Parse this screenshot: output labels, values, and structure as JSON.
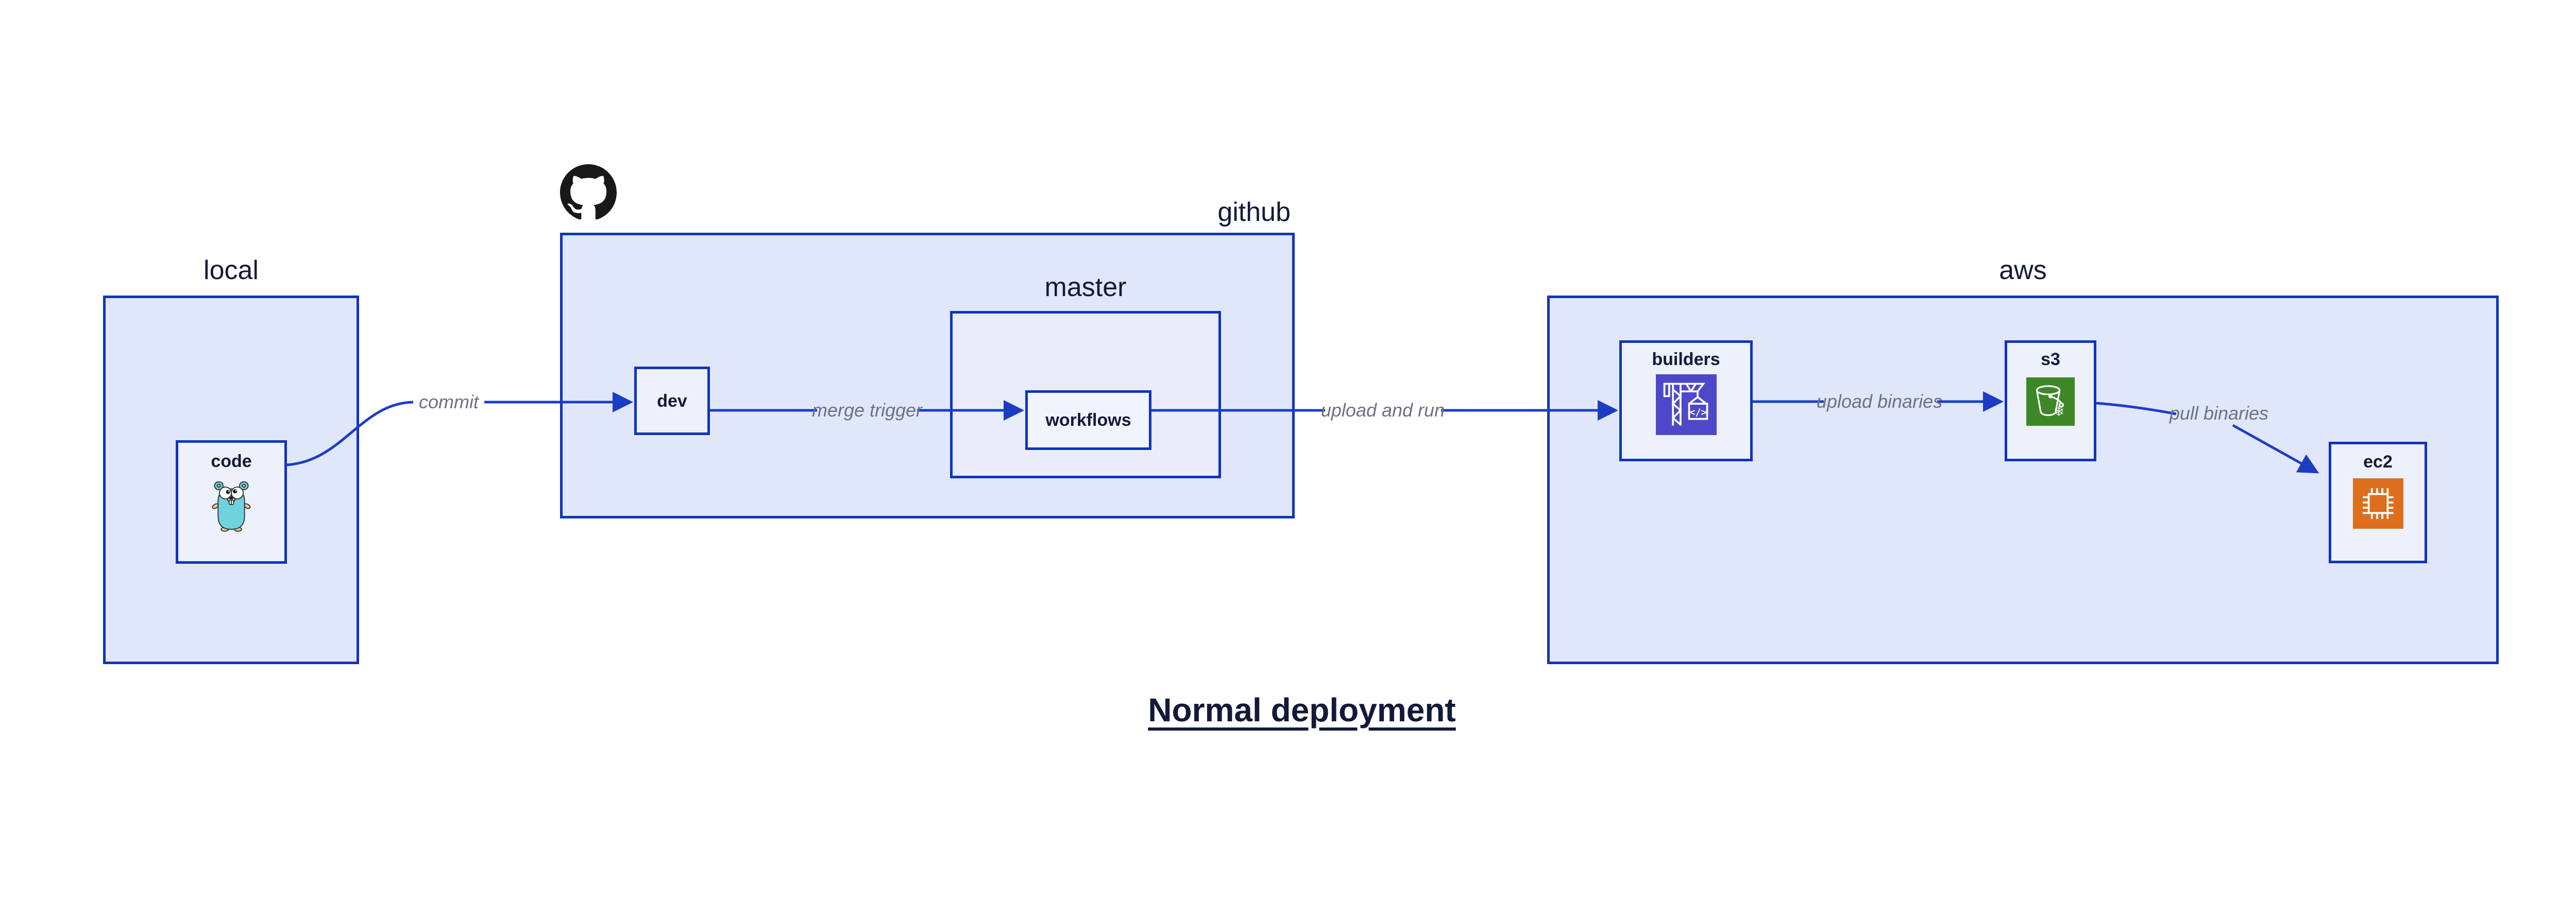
{
  "diagram_title": "Normal deployment",
  "containers": {
    "local": {
      "label": "local"
    },
    "github": {
      "label": "github"
    },
    "master": {
      "label": "master"
    },
    "aws": {
      "label": "aws"
    }
  },
  "nodes": {
    "code": {
      "label": "code",
      "icon": "go-gopher-icon"
    },
    "dev": {
      "label": "dev"
    },
    "workflows": {
      "label": "workflows"
    },
    "builders": {
      "label": "builders",
      "icon": "codebuild-crane-icon",
      "glyph": "</>"
    },
    "s3": {
      "label": "s3",
      "icon": "s3-glacier-bucket-icon",
      "glyph": "❄"
    },
    "ec2": {
      "label": "ec2",
      "icon": "ec2-chip-icon"
    }
  },
  "edges": {
    "commit": {
      "label": "commit",
      "from": "code",
      "to": "dev"
    },
    "merge_trigger": {
      "label": "merge trigger",
      "from": "dev",
      "to": "workflows"
    },
    "upload_and_run": {
      "label": "upload and run",
      "from": "workflows",
      "to": "builders"
    },
    "upload_binaries": {
      "label": "upload binaries",
      "from": "builders",
      "to": "s3"
    },
    "pull_binaries": {
      "label": "pull binaries",
      "from": "s3",
      "to": "ec2"
    }
  },
  "icons": {
    "github_logo": "github-octocat-icon",
    "code": "go-gopher-icon",
    "builders": "codebuild-crane-icon",
    "s3": "s3-glacier-bucket-icon",
    "ec2": "ec2-chip-icon"
  },
  "colors": {
    "box_border": "#1134bd",
    "arrow": "#1b3dc6",
    "container_fill": "#e1e7fa",
    "nested_container_fill": "#e9edfb",
    "node_fill": "#edf1fc",
    "edge_label_text": "#6d7280",
    "heading_text": "#131a38",
    "builders_icon_bg": "#4d48ca",
    "s3_icon_bg": "#3e8726",
    "ec2_icon_bg": "#dd6f1c",
    "gopher_body": "#6fd3dd",
    "github_logo": "#191717"
  }
}
